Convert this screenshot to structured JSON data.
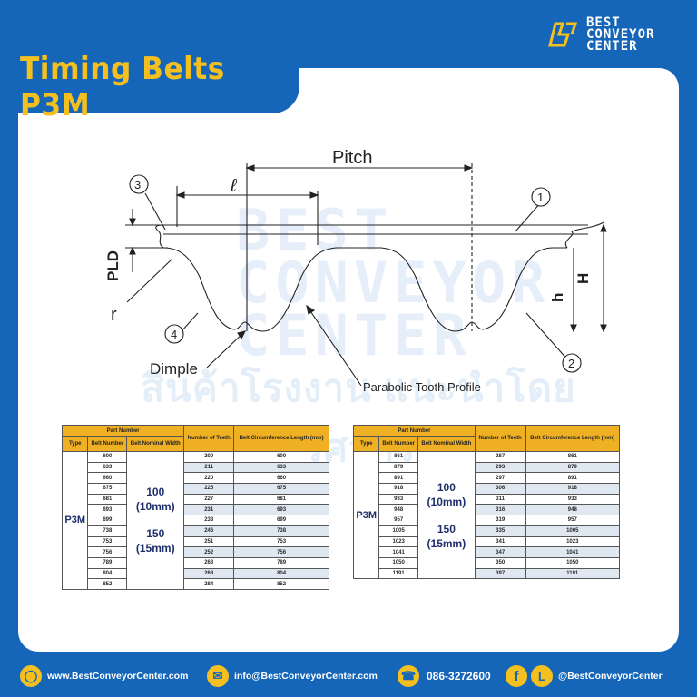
{
  "header": {
    "title": "Timing Belts P3M",
    "brand_line1": "BEST",
    "brand_line2": "CONVEYOR",
    "brand_line3": "CENTER"
  },
  "watermark": {
    "en": "BEST CONVEYOR CENTER",
    "th": "สินค้าโรงงาน แนะนำโดยวิศวกร"
  },
  "diagram": {
    "pitch": "Pitch",
    "ell": "ℓ",
    "callout_1": "1",
    "callout_2": "2",
    "callout_3": "3",
    "callout_4": "4",
    "pld": "PLD",
    "r": "r",
    "h": "h",
    "H": "H",
    "dimple": "Dimple",
    "parabolic": "Parabolic Tooth Profile"
  },
  "table_headers": {
    "part_number": "Part Number",
    "type": "Type",
    "belt_number": "Belt Number",
    "belt_nominal_width": "Belt Nominal Width",
    "number_of_teeth": "Number of Teeth",
    "circumference": "Belt Circumference Length (mm)"
  },
  "left_table": {
    "type": "P3M",
    "width_100": "100",
    "width_100_mm": "(10mm)",
    "width_150": "150",
    "width_150_mm": "(15mm)",
    "rows": [
      [
        "600",
        "200",
        "600"
      ],
      [
        "633",
        "211",
        "633"
      ],
      [
        "660",
        "220",
        "660"
      ],
      [
        "675",
        "225",
        "675"
      ],
      [
        "681",
        "227",
        "681"
      ],
      [
        "693",
        "231",
        "693"
      ],
      [
        "699",
        "233",
        "699"
      ],
      [
        "738",
        "246",
        "738"
      ],
      [
        "753",
        "251",
        "753"
      ],
      [
        "756",
        "252",
        "756"
      ],
      [
        "789",
        "263",
        "789"
      ],
      [
        "804",
        "268",
        "804"
      ],
      [
        "852",
        "284",
        "852"
      ]
    ]
  },
  "right_table": {
    "type": "P3M",
    "width_100": "100",
    "width_100_mm": "(10mm)",
    "width_150": "150",
    "width_150_mm": "(15mm)",
    "rows": [
      [
        "861",
        "287",
        "861"
      ],
      [
        "879",
        "293",
        "879"
      ],
      [
        "891",
        "297",
        "891"
      ],
      [
        "918",
        "306",
        "918"
      ],
      [
        "933",
        "311",
        "933"
      ],
      [
        "948",
        "316",
        "948"
      ],
      [
        "957",
        "319",
        "957"
      ],
      [
        "1005",
        "335",
        "1005"
      ],
      [
        "1023",
        "341",
        "1023"
      ],
      [
        "1041",
        "347",
        "1041"
      ],
      [
        "1050",
        "350",
        "1050"
      ],
      [
        "1191",
        "397",
        "1191"
      ]
    ]
  },
  "footer": {
    "website": "www.BestConveyorCenter.com",
    "email": "info@BestConveyorCenter.com",
    "phone": "086-3272600",
    "social": "@BestConveyorCenter",
    "line_letter": "L",
    "fb_letter": "f"
  },
  "colors": {
    "brand_blue": "#1565b8",
    "accent_yellow": "#f4c020",
    "table_header": "#f0b024"
  }
}
